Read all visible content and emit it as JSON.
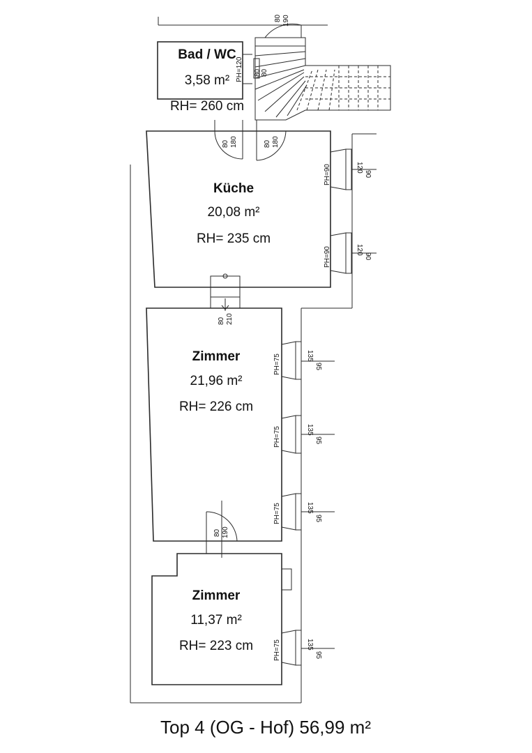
{
  "plan": {
    "caption": "Top 4 (OG - Hof)  56,99 m²",
    "rooms": {
      "bad": {
        "name": "Bad / WC",
        "area": "3,58 m²",
        "height": "RH= 260 cm"
      },
      "kueche": {
        "name": "Küche",
        "area": "20,08 m²",
        "height": "RH= 235 cm"
      },
      "zimmer1": {
        "name": "Zimmer",
        "area": "21,96 m²",
        "height": "RH= 226 cm"
      },
      "zimmer2": {
        "name": "Zimmer",
        "area": "11,37 m²",
        "height": "RH= 223 cm"
      }
    },
    "doors": {
      "entry_top": {
        "w": "80",
        "h": "190"
      },
      "bath_small": {
        "w": "80",
        "h": "80"
      },
      "bath_ph": "PH=120",
      "kitchen_left": {
        "w": "80",
        "h": "180"
      },
      "kitchen_right": {
        "w": "80",
        "h": "180"
      },
      "kitchen_bottom": {
        "w": "80",
        "h": "210"
      },
      "zimmer_door": {
        "w": "80",
        "h": "190"
      }
    },
    "windows": {
      "kitchen": {
        "ph": "PH=90",
        "w": "120",
        "h": "90"
      },
      "zimmer": {
        "ph": "PH=75",
        "w": "135",
        "h": "95"
      }
    }
  }
}
